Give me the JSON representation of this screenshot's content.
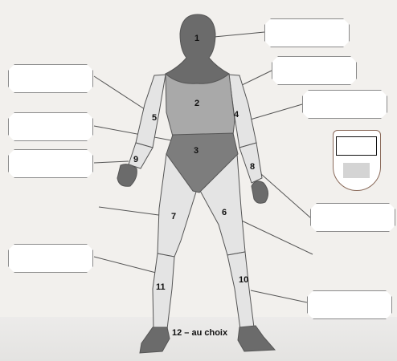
{
  "diagram": {
    "labels": {
      "n1": "1",
      "n2": "2",
      "n3": "3",
      "n4": "4",
      "n5": "5",
      "n6": "6",
      "n7": "7",
      "n8": "8",
      "n9": "9",
      "n10": "10",
      "n11": "11"
    },
    "bottom_label": "12 – au choix",
    "colors": {
      "dark": "#6b6b6b",
      "mid": "#a9a9a9",
      "light": "#e4e4e4",
      "outline": "#555555"
    }
  }
}
